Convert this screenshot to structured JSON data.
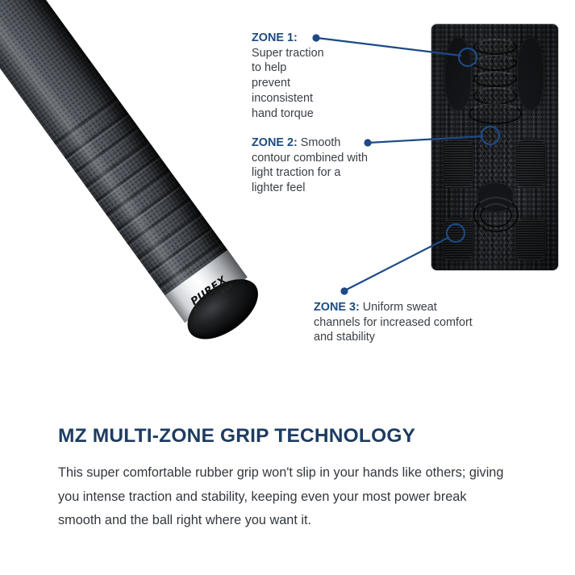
{
  "product": {
    "brand_mark": "PUREX",
    "brand_sub": "TECHNOLOGY"
  },
  "callouts": [
    {
      "id": "zone-1",
      "key": "ZONE 1:",
      "text": " Super traction to help prevent inconsistent hand torque",
      "accent": "#1d4b80"
    },
    {
      "id": "zone-2",
      "key": "ZONE 2:",
      "text": " Smooth contour combined with light traction for a lighter feel",
      "accent": "#1d4b80"
    },
    {
      "id": "zone-3",
      "key": "ZONE 3:",
      "text": " Uniform sweat channels for increased comfort and stability",
      "accent": "#1d4b80"
    }
  ],
  "bottom": {
    "headline": "MZ MULTI-ZONE GRIP TECHNOLOGY",
    "body": "This super comfortable rubber grip won't slip in your hands like others; giving you intense traction and stability, keeping even your most power break smooth and the ball right where you want it."
  },
  "colors": {
    "heading_navy": "#1d3c62",
    "accent_blue": "#1d4b80",
    "line_blue": "#1c4a85",
    "body_text": "#33383d",
    "background": "#ffffff",
    "grip_dark": "#24262a"
  }
}
